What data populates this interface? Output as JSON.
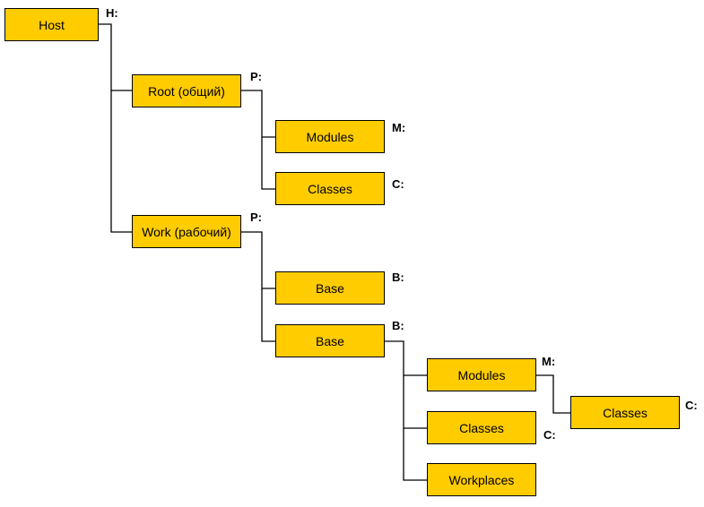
{
  "colors": {
    "node_fill": "#FFCC00",
    "node_border": "#000000",
    "connector": "#000000"
  },
  "nodes": {
    "host": {
      "label": "Host",
      "tag": "H:"
    },
    "root": {
      "label": "Root (общий)",
      "tag": "P:"
    },
    "root_modules": {
      "label": "Modules",
      "tag": "M:"
    },
    "root_classes": {
      "label": "Classes",
      "tag": "C:"
    },
    "work": {
      "label": "Work (рабочий)",
      "tag": "P:"
    },
    "work_base1": {
      "label": "Base",
      "tag": "B:"
    },
    "work_base2": {
      "label": "Base",
      "tag": "B:"
    },
    "base_modules": {
      "label": "Modules",
      "tag": "M:"
    },
    "base_modules_classes": {
      "label": "Classes",
      "tag": "C:"
    },
    "base_classes": {
      "label": "Classes",
      "tag": "C:"
    },
    "base_workplaces": {
      "label": "Workplaces"
    }
  }
}
